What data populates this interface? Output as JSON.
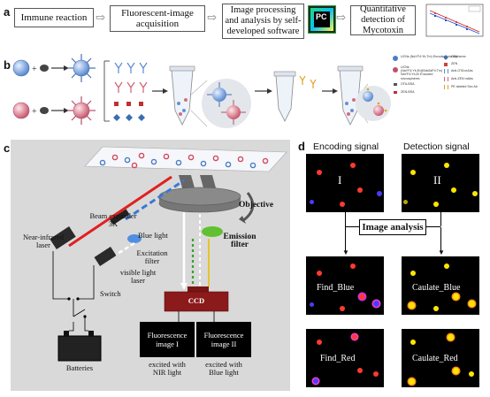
{
  "panels": {
    "a": {
      "letter": "a",
      "steps": [
        "Immune reaction",
        "Fluorescent-image acquisition",
        "Image processing and analysis by self-developed software",
        "Quantitative detection of Mycotoxin"
      ],
      "software_icon": "PC"
    },
    "b": {
      "letter": "b",
      "legend": [
        {
          "text": "UCNs (NaYF4:Yb,Tm) Encoded microspheres",
          "color": "#4a7fc0"
        },
        {
          "text": "UCNs (NaYF4:Yb,Er@NaGdF4:Tm) NaYF4:Yb,Er Encoded microspheres",
          "color": "#c0506a"
        },
        {
          "text": "OTA-BSA",
          "color": "#555555"
        },
        {
          "text": "ZEN-BSA",
          "color": "#c03030"
        },
        {
          "text": "OTA",
          "color": "#3a6fb0"
        },
        {
          "text": "ZEN",
          "color": "#d04040"
        },
        {
          "text": "Anti-OTA mAbs",
          "color": "#5a8ad0"
        },
        {
          "text": "Anti-ZEN mAbs",
          "color": "#d06070"
        },
        {
          "text": "PE labeled Sec Ab",
          "color": "#e0a020"
        }
      ]
    },
    "c": {
      "letter": "c",
      "labels": {
        "beam_expander": "Beam expander 3X",
        "nir_laser": "Near-infrared laser",
        "blue_light": "Blue light",
        "excitation_filter": "Excitation filter",
        "visible_laser": "visible light laser",
        "switch": "Switch",
        "objective": "Objective",
        "emission_filter": "Emission filter",
        "ccd": "CCD",
        "fluor_image_1": "Fluorescence image I",
        "fluor_image_2": "Fluorescence image II",
        "excited_nir": "excited with NIR light",
        "excited_blue": "excited with Blue light",
        "batteries": "Batteries"
      }
    },
    "d": {
      "letter": "d",
      "encoding_signal": "Encoding signal",
      "detection_signal": "Detection signal",
      "image_I": "I",
      "image_II": "II",
      "image_analysis": "Image analysis",
      "find_blue": "Find_Blue",
      "caulate_blue": "Caulate_Blue",
      "find_red": "Find_Red",
      "caulate_red": "Caulate_Red"
    }
  },
  "colors": {
    "panel_c_bg": "#d9d9d9",
    "ccd_red": "#8b1a1a",
    "laser_red": "#e02020",
    "blue_light": "#3a78d8",
    "emission_green": "#4aa830",
    "dot_red": "#ff3b30",
    "dot_blue": "#4a3bff",
    "dot_yellow": "#ffe600",
    "dot_orange_ring": "#ff8a1a"
  }
}
